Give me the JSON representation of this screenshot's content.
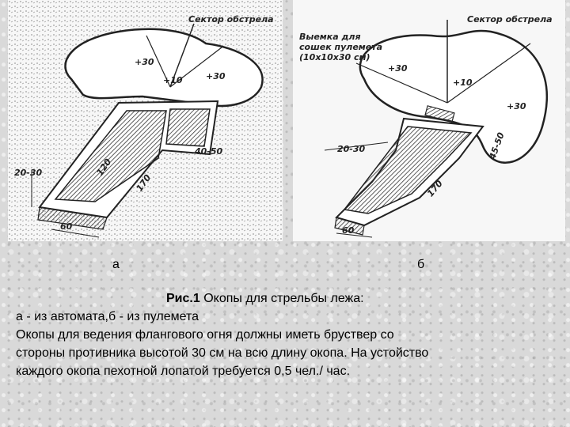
{
  "figures": {
    "a": {
      "letter": "а",
      "labels": {
        "sector": "Сектор обстрела",
        "p30a": "+30",
        "p10": "+10",
        "p30b": "+30",
        "d2030": "20-30",
        "d60": "60",
        "d170": "170",
        "d120": "120",
        "d4050": "40-50"
      }
    },
    "b": {
      "letter": "б",
      "labels": {
        "sector": "Сектор обстрела",
        "notch1": "Выемка для",
        "notch2": "сошек пулемета",
        "notch3": "(10х10х30 см)",
        "p30a": "+30",
        "p10": "+10",
        "p30b": "+30",
        "d2030": "20-30",
        "d60": "60",
        "d170": "170",
        "d4050": "45-50"
      }
    }
  },
  "caption": {
    "title_bold": "Рис.1",
    "title_rest": " Окопы для стрельбы лежа:",
    "line2": "а - из автомата,б - из пулемета",
    "line3": "Окопы для ведения флангового огня должны иметь бруствер со",
    "line4": "стороны противника высотой 30 см на всю длину окопа. На устойство",
    "line5": "каждого окопа пехотной лопатой требуется 0,5 чел./ час."
  }
}
